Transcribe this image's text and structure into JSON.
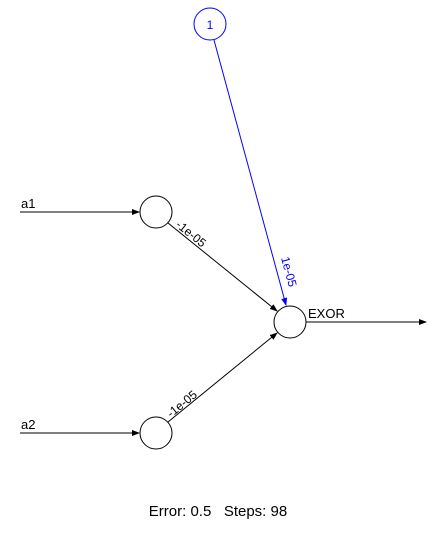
{
  "network": {
    "inputs": [
      {
        "label": "a1",
        "weight": "-1e-05"
      },
      {
        "label": "a2",
        "weight": "-1e-05"
      }
    ],
    "bias": {
      "label": "1",
      "weight": "1e-05"
    },
    "output": {
      "label": "EXOR"
    }
  },
  "colors": {
    "foreground": "#000000",
    "bias": "#0000ff",
    "background": "#ffffff"
  },
  "footer": {
    "error_label": "Error:",
    "error_value": "0.5",
    "steps_label": "Steps:",
    "steps_value": "98"
  }
}
